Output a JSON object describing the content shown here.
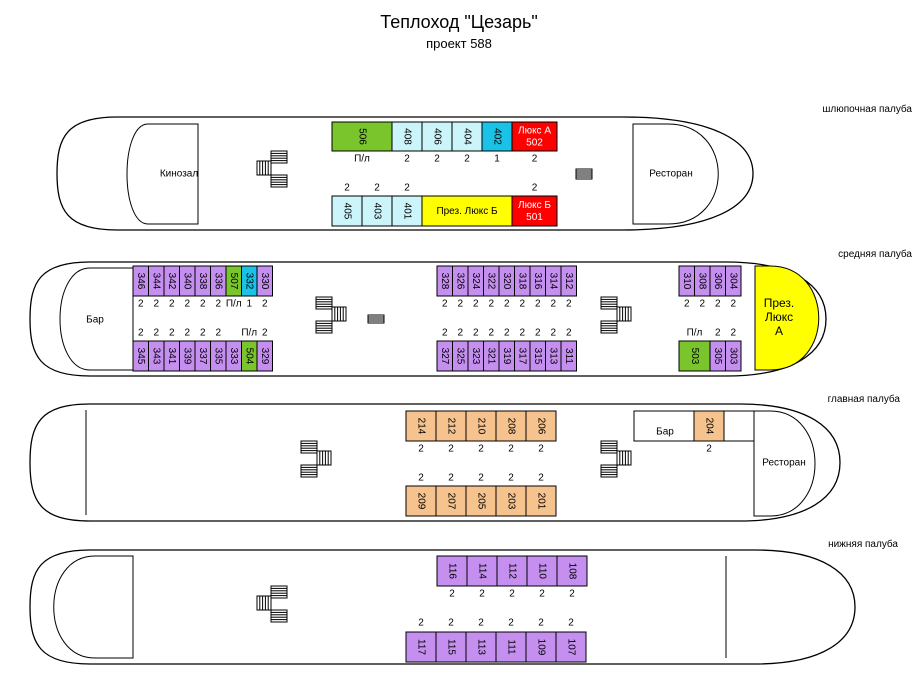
{
  "title": "Теплоход \"Цезарь\"",
  "subtitle": "проект 588",
  "colors": {
    "lilac": "#c58ff0",
    "green": "#7ac52b",
    "cyan": "#19c2e6",
    "light_cyan": "#ccf5fb",
    "red": "#ff0000",
    "yellow": "#ffff00",
    "peach": "#f6c38f",
    "outline": "#000000"
  },
  "decks": [
    {
      "id": "boat",
      "label": "шлюпочная палуба",
      "zones": [
        {
          "id": "cinema",
          "label": "Кинозал"
        },
        {
          "id": "restaurant",
          "label": "Ресторан"
        }
      ],
      "cabins": [
        {
          "id": "506",
          "label": "506",
          "color": "green",
          "occupancy": "П/л"
        },
        {
          "id": "408",
          "label": "408",
          "color": "light_cyan",
          "occupancy": "2"
        },
        {
          "id": "406",
          "label": "406",
          "color": "light_cyan",
          "occupancy": "2"
        },
        {
          "id": "404",
          "label": "404",
          "color": "light_cyan",
          "occupancy": "2"
        },
        {
          "id": "402",
          "label": "402",
          "color": "cyan",
          "occupancy": "1"
        },
        {
          "id": "502",
          "label": "Люкс А\n502",
          "color": "red",
          "occupancy": "2"
        },
        {
          "id": "405",
          "label": "405",
          "color": "light_cyan",
          "occupancy": "2"
        },
        {
          "id": "403",
          "label": "403",
          "color": "light_cyan",
          "occupancy": "2"
        },
        {
          "id": "401",
          "label": "401",
          "color": "light_cyan",
          "occupancy": "2"
        },
        {
          "id": "pres-b",
          "label": "През. Люкс Б",
          "color": "yellow",
          "occupancy": ""
        },
        {
          "id": "501",
          "label": "Люкс Б\n501",
          "color": "red",
          "occupancy": "2"
        }
      ]
    },
    {
      "id": "middle",
      "label": "средняя палуба",
      "zones": [
        {
          "id": "bar",
          "label": "Бар"
        },
        {
          "id": "pres-a",
          "label": "През.\nЛюкс\nА"
        }
      ],
      "cabins": [
        {
          "id": "346",
          "label": "346",
          "color": "lilac",
          "occupancy": "2"
        },
        {
          "id": "344",
          "label": "344",
          "color": "lilac",
          "occupancy": "2"
        },
        {
          "id": "342",
          "label": "342",
          "color": "lilac",
          "occupancy": "2"
        },
        {
          "id": "340",
          "label": "340",
          "color": "lilac",
          "occupancy": "2"
        },
        {
          "id": "338",
          "label": "338",
          "color": "lilac",
          "occupancy": "2"
        },
        {
          "id": "336",
          "label": "336",
          "color": "lilac",
          "occupancy": "2"
        },
        {
          "id": "507",
          "label": "507",
          "color": "green",
          "occupancy": "П/л"
        },
        {
          "id": "332",
          "label": "332",
          "color": "cyan",
          "occupancy": "1"
        },
        {
          "id": "330",
          "label": "330",
          "color": "lilac",
          "occupancy": "2"
        },
        {
          "id": "345",
          "label": "345",
          "color": "lilac",
          "occupancy": "2"
        },
        {
          "id": "343",
          "label": "343",
          "color": "lilac",
          "occupancy": "2"
        },
        {
          "id": "341",
          "label": "341",
          "color": "lilac",
          "occupancy": "2"
        },
        {
          "id": "339",
          "label": "339",
          "color": "lilac",
          "occupancy": "2"
        },
        {
          "id": "337",
          "label": "337",
          "color": "lilac",
          "occupancy": "2"
        },
        {
          "id": "335",
          "label": "335",
          "color": "lilac",
          "occupancy": "2"
        },
        {
          "id": "333",
          "label": "333",
          "color": "lilac",
          "occupancy": ""
        },
        {
          "id": "504",
          "label": "504",
          "color": "green",
          "occupancy": "П/л"
        },
        {
          "id": "329",
          "label": "329",
          "color": "lilac",
          "occupancy": "2"
        },
        {
          "id": "328",
          "label": "328",
          "color": "lilac",
          "occupancy": "2"
        },
        {
          "id": "326",
          "label": "326",
          "color": "lilac",
          "occupancy": "2"
        },
        {
          "id": "324",
          "label": "324",
          "color": "lilac",
          "occupancy": "2"
        },
        {
          "id": "322",
          "label": "322",
          "color": "lilac",
          "occupancy": "2"
        },
        {
          "id": "320",
          "label": "320",
          "color": "lilac",
          "occupancy": "2"
        },
        {
          "id": "318",
          "label": "318",
          "color": "lilac",
          "occupancy": "2"
        },
        {
          "id": "316",
          "label": "316",
          "color": "lilac",
          "occupancy": "2"
        },
        {
          "id": "314",
          "label": "314",
          "color": "lilac",
          "occupancy": "2"
        },
        {
          "id": "312",
          "label": "312",
          "color": "lilac",
          "occupancy": "2"
        },
        {
          "id": "327",
          "label": "327",
          "color": "lilac",
          "occupancy": "2"
        },
        {
          "id": "325",
          "label": "325",
          "color": "lilac",
          "occupancy": "2"
        },
        {
          "id": "323",
          "label": "323",
          "color": "lilac",
          "occupancy": "2"
        },
        {
          "id": "321",
          "label": "321",
          "color": "lilac",
          "occupancy": "2"
        },
        {
          "id": "319",
          "label": "319",
          "color": "lilac",
          "occupancy": "2"
        },
        {
          "id": "317",
          "label": "317",
          "color": "lilac",
          "occupancy": "2"
        },
        {
          "id": "315",
          "label": "315",
          "color": "lilac",
          "occupancy": "2"
        },
        {
          "id": "313",
          "label": "313",
          "color": "lilac",
          "occupancy": "2"
        },
        {
          "id": "311",
          "label": "311",
          "color": "lilac",
          "occupancy": "2"
        },
        {
          "id": "310",
          "label": "310",
          "color": "lilac",
          "occupancy": "2"
        },
        {
          "id": "308",
          "label": "308",
          "color": "lilac",
          "occupancy": "2"
        },
        {
          "id": "306",
          "label": "306",
          "color": "lilac",
          "occupancy": "2"
        },
        {
          "id": "304",
          "label": "304",
          "color": "lilac",
          "occupancy": "2"
        },
        {
          "id": "503",
          "label": "503",
          "color": "green",
          "occupancy": "П/л"
        },
        {
          "id": "305",
          "label": "305",
          "color": "lilac",
          "occupancy": "2"
        },
        {
          "id": "303",
          "label": "303",
          "color": "lilac",
          "occupancy": "2"
        }
      ]
    },
    {
      "id": "main",
      "label": "главная палуба",
      "zones": [
        {
          "id": "bar",
          "label": "Бар"
        },
        {
          "id": "restaurant",
          "label": "Ресторан"
        }
      ],
      "cabins": [
        {
          "id": "214",
          "label": "214",
          "color": "peach",
          "occupancy": "2"
        },
        {
          "id": "212",
          "label": "212",
          "color": "peach",
          "occupancy": "2"
        },
        {
          "id": "210",
          "label": "210",
          "color": "peach",
          "occupancy": "2"
        },
        {
          "id": "208",
          "label": "208",
          "color": "peach",
          "occupancy": "2"
        },
        {
          "id": "206",
          "label": "206",
          "color": "peach",
          "occupancy": "2"
        },
        {
          "id": "204",
          "label": "204",
          "color": "peach",
          "occupancy": "2"
        },
        {
          "id": "209",
          "label": "209",
          "color": "peach",
          "occupancy": "2"
        },
        {
          "id": "207",
          "label": "207",
          "color": "peach",
          "occupancy": "2"
        },
        {
          "id": "205",
          "label": "205",
          "color": "peach",
          "occupancy": "2"
        },
        {
          "id": "203",
          "label": "203",
          "color": "peach",
          "occupancy": "2"
        },
        {
          "id": "201",
          "label": "201",
          "color": "peach",
          "occupancy": "2"
        }
      ]
    },
    {
      "id": "lower",
      "label": "нижняя палуба",
      "zones": [],
      "cabins": [
        {
          "id": "116",
          "label": "116",
          "color": "lilac",
          "occupancy": "2"
        },
        {
          "id": "114",
          "label": "114",
          "color": "lilac",
          "occupancy": "2"
        },
        {
          "id": "112",
          "label": "112",
          "color": "lilac",
          "occupancy": "2"
        },
        {
          "id": "110",
          "label": "110",
          "color": "lilac",
          "occupancy": "2"
        },
        {
          "id": "108",
          "label": "108",
          "color": "lilac",
          "occupancy": "2"
        },
        {
          "id": "117",
          "label": "117",
          "color": "lilac",
          "occupancy": "2"
        },
        {
          "id": "115",
          "label": "115",
          "color": "lilac",
          "occupancy": "2"
        },
        {
          "id": "113",
          "label": "113",
          "color": "lilac",
          "occupancy": "2"
        },
        {
          "id": "111",
          "label": "111",
          "color": "lilac",
          "occupancy": "2"
        },
        {
          "id": "109",
          "label": "109",
          "color": "lilac",
          "occupancy": "2"
        },
        {
          "id": "107",
          "label": "107",
          "color": "lilac",
          "occupancy": "2"
        }
      ]
    }
  ]
}
